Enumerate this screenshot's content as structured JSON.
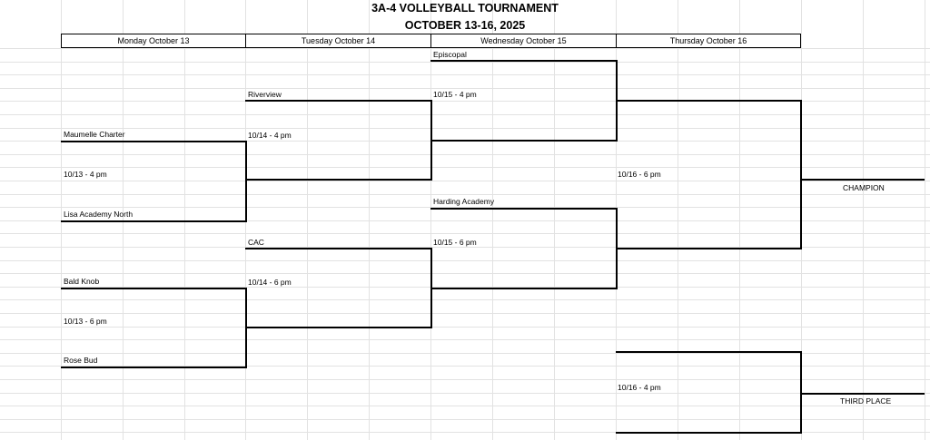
{
  "title": "3A-4 VOLLEYBALL TOURNAMENT",
  "subtitle": "OCTOBER 13-16, 2025",
  "days": [
    "Monday October 13",
    "Tuesday October 14",
    "Wednesday October 15",
    "Thursday October 16"
  ],
  "round1": {
    "teams": [
      "Maumelle Charter",
      "Lisa Academy North",
      "Bald Knob",
      "Rose Bud"
    ],
    "times": [
      "10/13 - 4 pm",
      "10/13 - 6 pm"
    ]
  },
  "round2": {
    "teams": [
      "Riverview",
      "CAC"
    ],
    "times": [
      "10/14 - 4 pm",
      "10/14 - 6 pm"
    ]
  },
  "round3": {
    "teams": [
      "Episcopal",
      "Harding Academy"
    ],
    "times": [
      "10/15 - 4 pm",
      "10/15 - 6 pm"
    ]
  },
  "final": {
    "time": "10/16 - 6 pm",
    "label": "CHAMPION"
  },
  "third_place": {
    "time": "10/16 - 4 pm",
    "label": "THIRD PLACE"
  }
}
